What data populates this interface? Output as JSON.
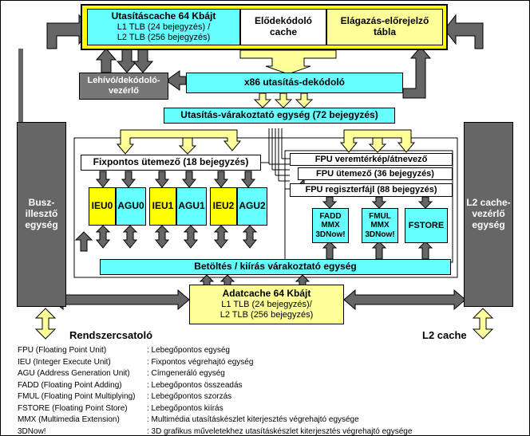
{
  "blocks": {
    "icache_title": "Utasításcache 64 Kbájt",
    "icache_l1tlb": "L1 TLB (24 bejegyzés) /",
    "icache_l2tlb": "L2 TLB (256 bejegyzés)",
    "predecode_line1": "Elődekódoló",
    "predecode_line2": "cache",
    "branch_line1": "Elágazás-előrejelző",
    "branch_line2": "tábla",
    "fetch_line1": "Lehívó/dekódoló-",
    "fetch_line2": "vezérlő",
    "decoder": "x86 utasítás-dekódoló",
    "iqueue": "Utasítás-várakoztató egység (72 bejegyzés)",
    "fx_scheduler": "Fixpontos ütemező (18 bejegyzés)",
    "ieu0": "IEU0",
    "agu0": "AGU0",
    "ieu1": "IEU1",
    "agu1": "AGU1",
    "ieu2": "IEU2",
    "agu2": "AGU2",
    "fpu_stack": "FPU veremtérkép/átnevező",
    "fpu_scheduler": "FPU ütemező (36 bejegyzés)",
    "fpu_regfile": "FPU regiszterfájl (88 bejegyzés)",
    "fadd_line1": "FADD",
    "fadd_line2": "MMX",
    "fadd_line3": "3DNow!",
    "fmul_line1": "FMUL",
    "fmul_line2": "MMX",
    "fmul_line3": "3DNow!",
    "fstore": "FSTORE",
    "lsq": "Betöltés / kiírás várakoztató egység",
    "dcache_title": "Adatcache 64 Kbájt",
    "dcache_l1tlb": "L1 TLB (24 bejegyzés)/",
    "dcache_l2tlb": "L2 TLB (256 bejegyzés)",
    "bus_line1": "Busz-",
    "bus_line2": "illesztő",
    "bus_line3": "egység",
    "l2ctrl_line1": "L2 cache-",
    "l2ctrl_line2": "vezérlő",
    "l2ctrl_line3": "egység",
    "system_bus": "Rendszercsatoló",
    "l2_cache": "L2 cache"
  },
  "legend": [
    {
      "term": "FPU (Floating Point Unit)",
      "desc": ": Lebegőpontos egység"
    },
    {
      "term": "IEU (Integer Execute Unit)",
      "desc": ": Fixpontos végrehajtó egység"
    },
    {
      "term": "AGU (Address Generation Unit)",
      "desc": ": Címgeneráló egység"
    },
    {
      "term": "FADD (Floating Point Adding)",
      "desc": ": Lebegőpontos összeadás"
    },
    {
      "term": "FMUL (Floating Point Multiplying)",
      "desc": ": Lebegőpontos szorzás"
    },
    {
      "term": "FSTORE (Floating Point Store)",
      "desc": ": Lebegőpontos kiírás"
    },
    {
      "term": "MMX (Multimedia Extension)",
      "desc": ": Multimédia utasításkészlet kiterjesztés végrehajtó egysége"
    },
    {
      "term": "3DNow!",
      "desc": ": 3D grafikus műveletekhez utasításkészlet kiterjesztés végrehajtó egysége"
    }
  ],
  "colors": {
    "cyan": "#66ffff",
    "yellow": "#ffff99",
    "gray_arrow": "#666666",
    "yellow_arrow": "#ffff99"
  }
}
